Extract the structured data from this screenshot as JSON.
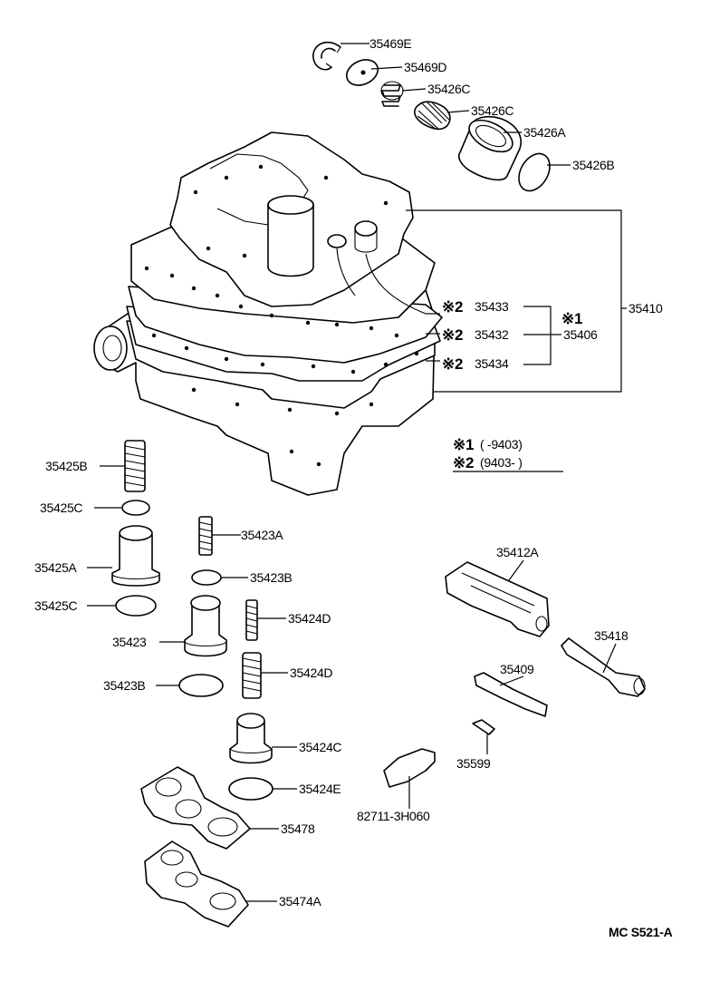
{
  "labels": {
    "p35469E": "35469E",
    "p35469D": "35469D",
    "p35426C_1": "35426C",
    "p35426C_2": "35426C",
    "p35426A": "35426A",
    "p35426B": "35426B",
    "p35410": "35410",
    "p35433": "35433",
    "p35432": "35432",
    "p35434": "35434",
    "p35406": "35406",
    "p35425B": "35425B",
    "p35425C_1": "35425C",
    "p35425A": "35425A",
    "p35425C_2": "35425C",
    "p35423A": "35423A",
    "p35423B_1": "35423B",
    "p35424D_1": "35424D",
    "p35423": "35423",
    "p35423B_2": "35423B",
    "p35424D_2": "35424D",
    "p35424C": "35424C",
    "p35424E": "35424E",
    "p35478": "35478",
    "p35474A": "35474A",
    "p35412A": "35412A",
    "p35418": "35418",
    "p35409": "35409",
    "p35599": "35599",
    "p82711": "82711-3H060"
  },
  "marks": {
    "m2_a": "※2",
    "m2_b": "※2",
    "m2_c": "※2",
    "m1": "※1"
  },
  "legend": {
    "n1_mark": "※1",
    "n1_range": "(     -9403)",
    "n2_mark": "※2",
    "n2_range": "(9403-          )"
  },
  "diagram_code": "MC  S521-A"
}
